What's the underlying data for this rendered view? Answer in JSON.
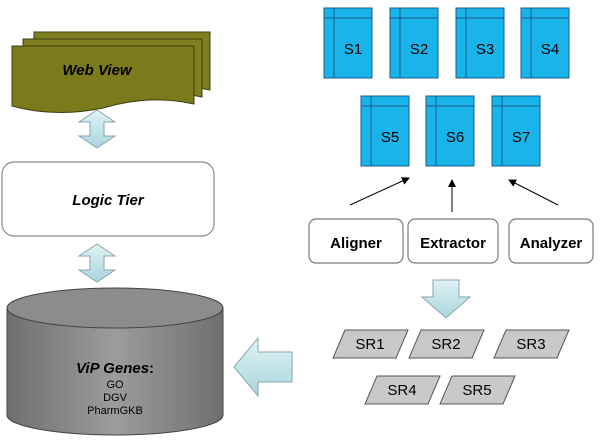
{
  "web_view": {
    "label": "Web View"
  },
  "logic_tier": {
    "label": "Logic Tier"
  },
  "database": {
    "title": "ViP Genes",
    "title_suffix": ":",
    "sources": [
      "GO",
      "DGV",
      "PharmGKB"
    ]
  },
  "sources": [
    "S1",
    "S2",
    "S3",
    "S4",
    "S5",
    "S6",
    "S7"
  ],
  "tools": [
    "Aligner",
    "Extractor",
    "Analyzer"
  ],
  "results": [
    "SR1",
    "SR2",
    "SR3",
    "SR4",
    "SR5"
  ],
  "colors": {
    "web_view_fill": "#807f1f",
    "source_fill": "#18b4ea",
    "source_stroke": "#1a5d8c",
    "arrow_fill": "#c4e8ec",
    "arrow_stroke": "#8aa6b0",
    "cylinder_fill": "#8c8c8c",
    "result_fill": "#c9c9c9"
  }
}
